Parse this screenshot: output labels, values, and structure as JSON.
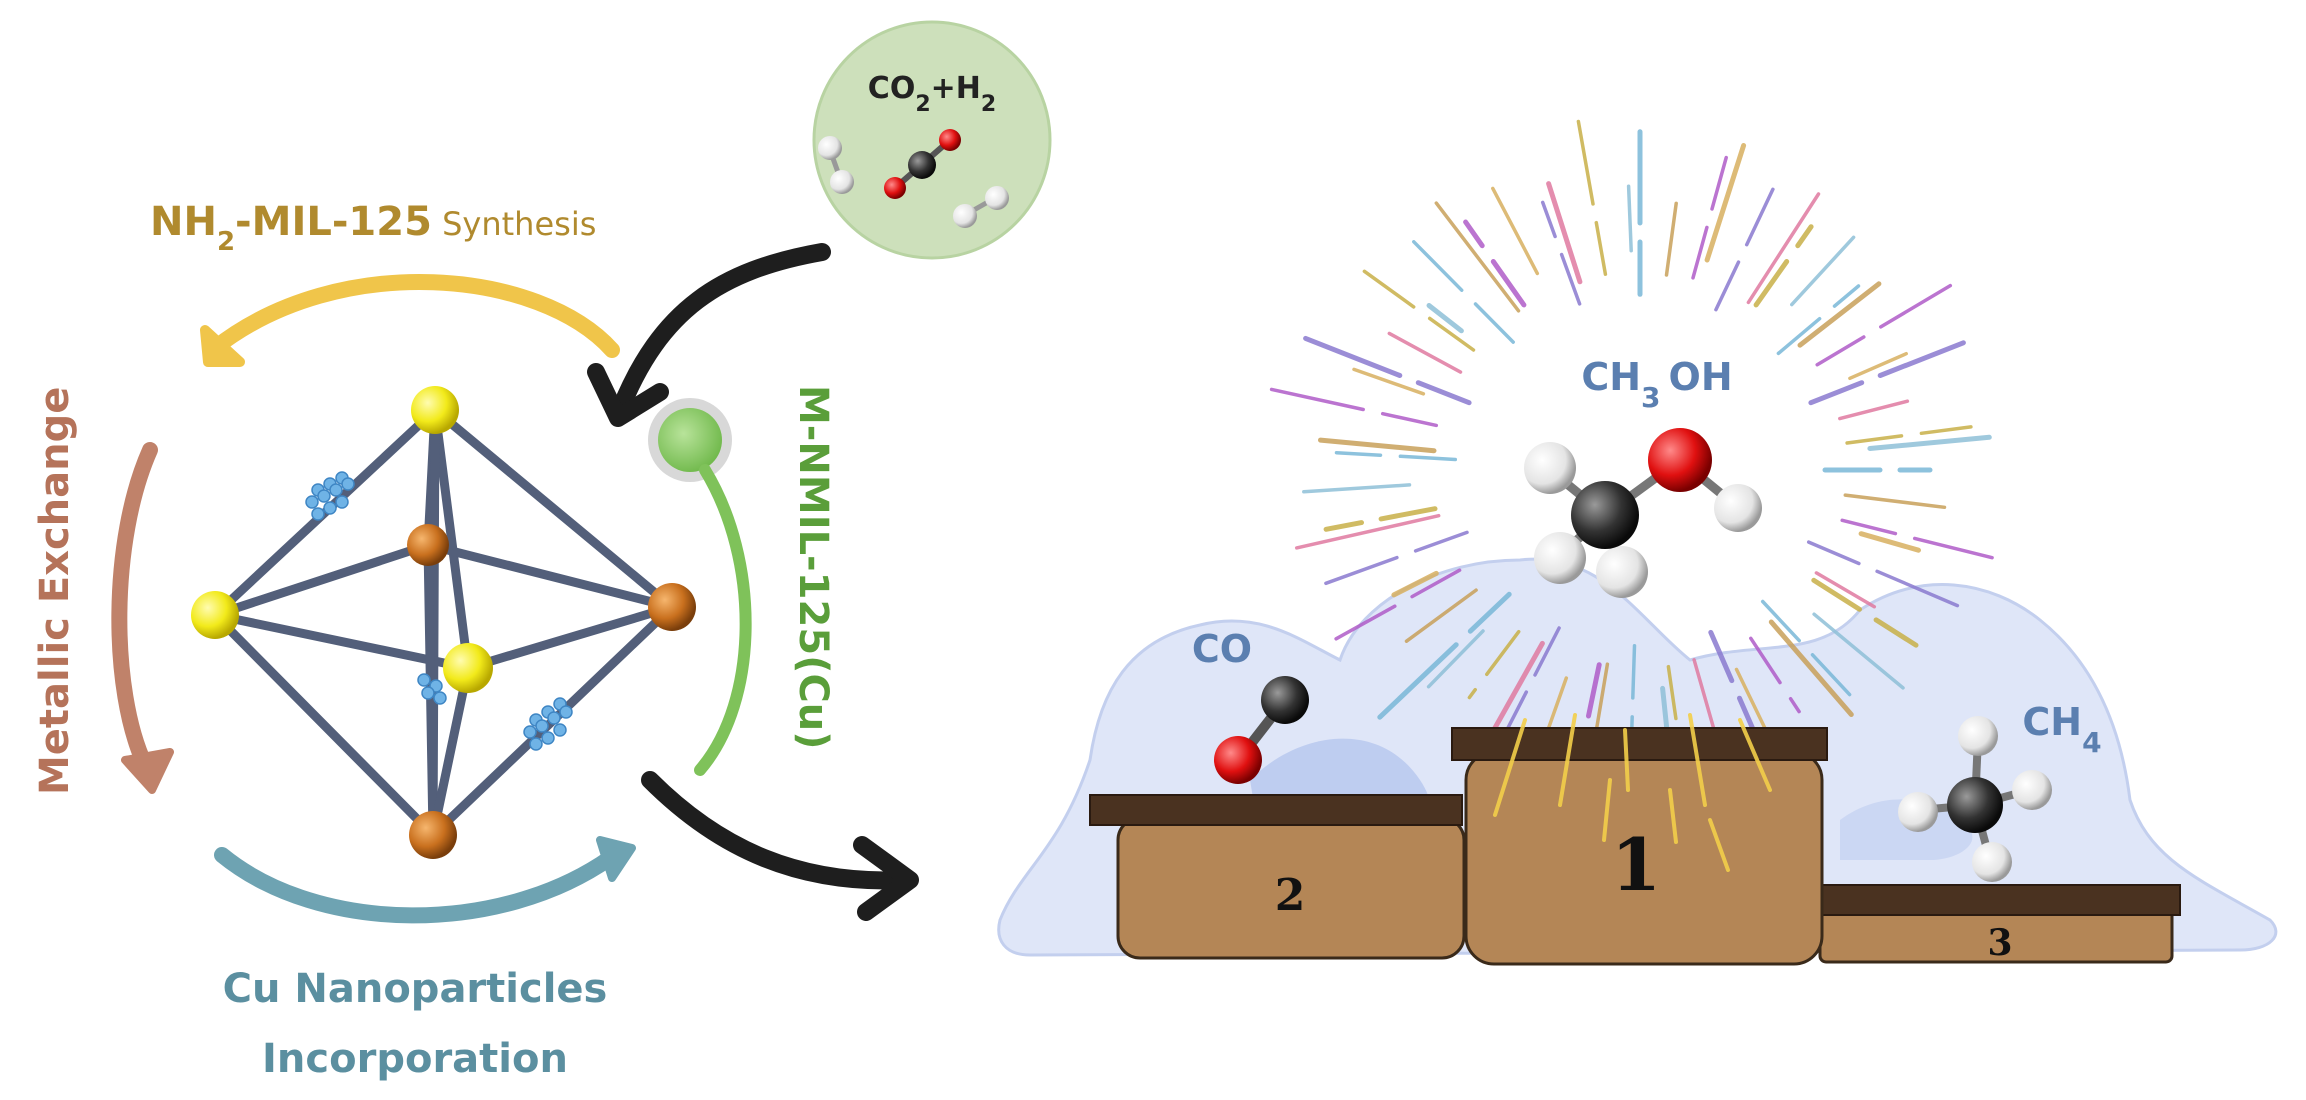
{
  "reactants": {
    "co2": "CO",
    "co2_sub": "2",
    "plus": "+",
    "h2": "H",
    "h2_sub": "2"
  },
  "cycle": {
    "synthesis_main": "NH",
    "synthesis_sub": "2",
    "synthesis_rest": "-MIL-125",
    "synthesis_word": " Synthesis",
    "exchange": "Metallic Exchange",
    "nanoparticles_line1": "Cu Nanoparticles",
    "nanoparticles_line2": "Incorporation",
    "product_label": "M-NMIL-125(Cu)"
  },
  "products": {
    "methanol_a": "CH",
    "methanol_sub": "3",
    "methanol_b": "OH",
    "co": "CO",
    "methane": "CH",
    "methane_sub": "4"
  },
  "podium": {
    "first": "1",
    "second": "2",
    "third": "3"
  },
  "colors": {
    "synthesis": "#b08a2e",
    "synthesis_arrow": "#f0c54a",
    "exchange": "#b5735a",
    "nanoparticles": "#5b8fa0",
    "product_label": "#5a9e3a",
    "product_text": "#5b7fb0",
    "podium": "#b48656",
    "podium_top": "#4a3220",
    "cloud": "#dfe6f8",
    "reactant_circle": "#cde0bb"
  }
}
